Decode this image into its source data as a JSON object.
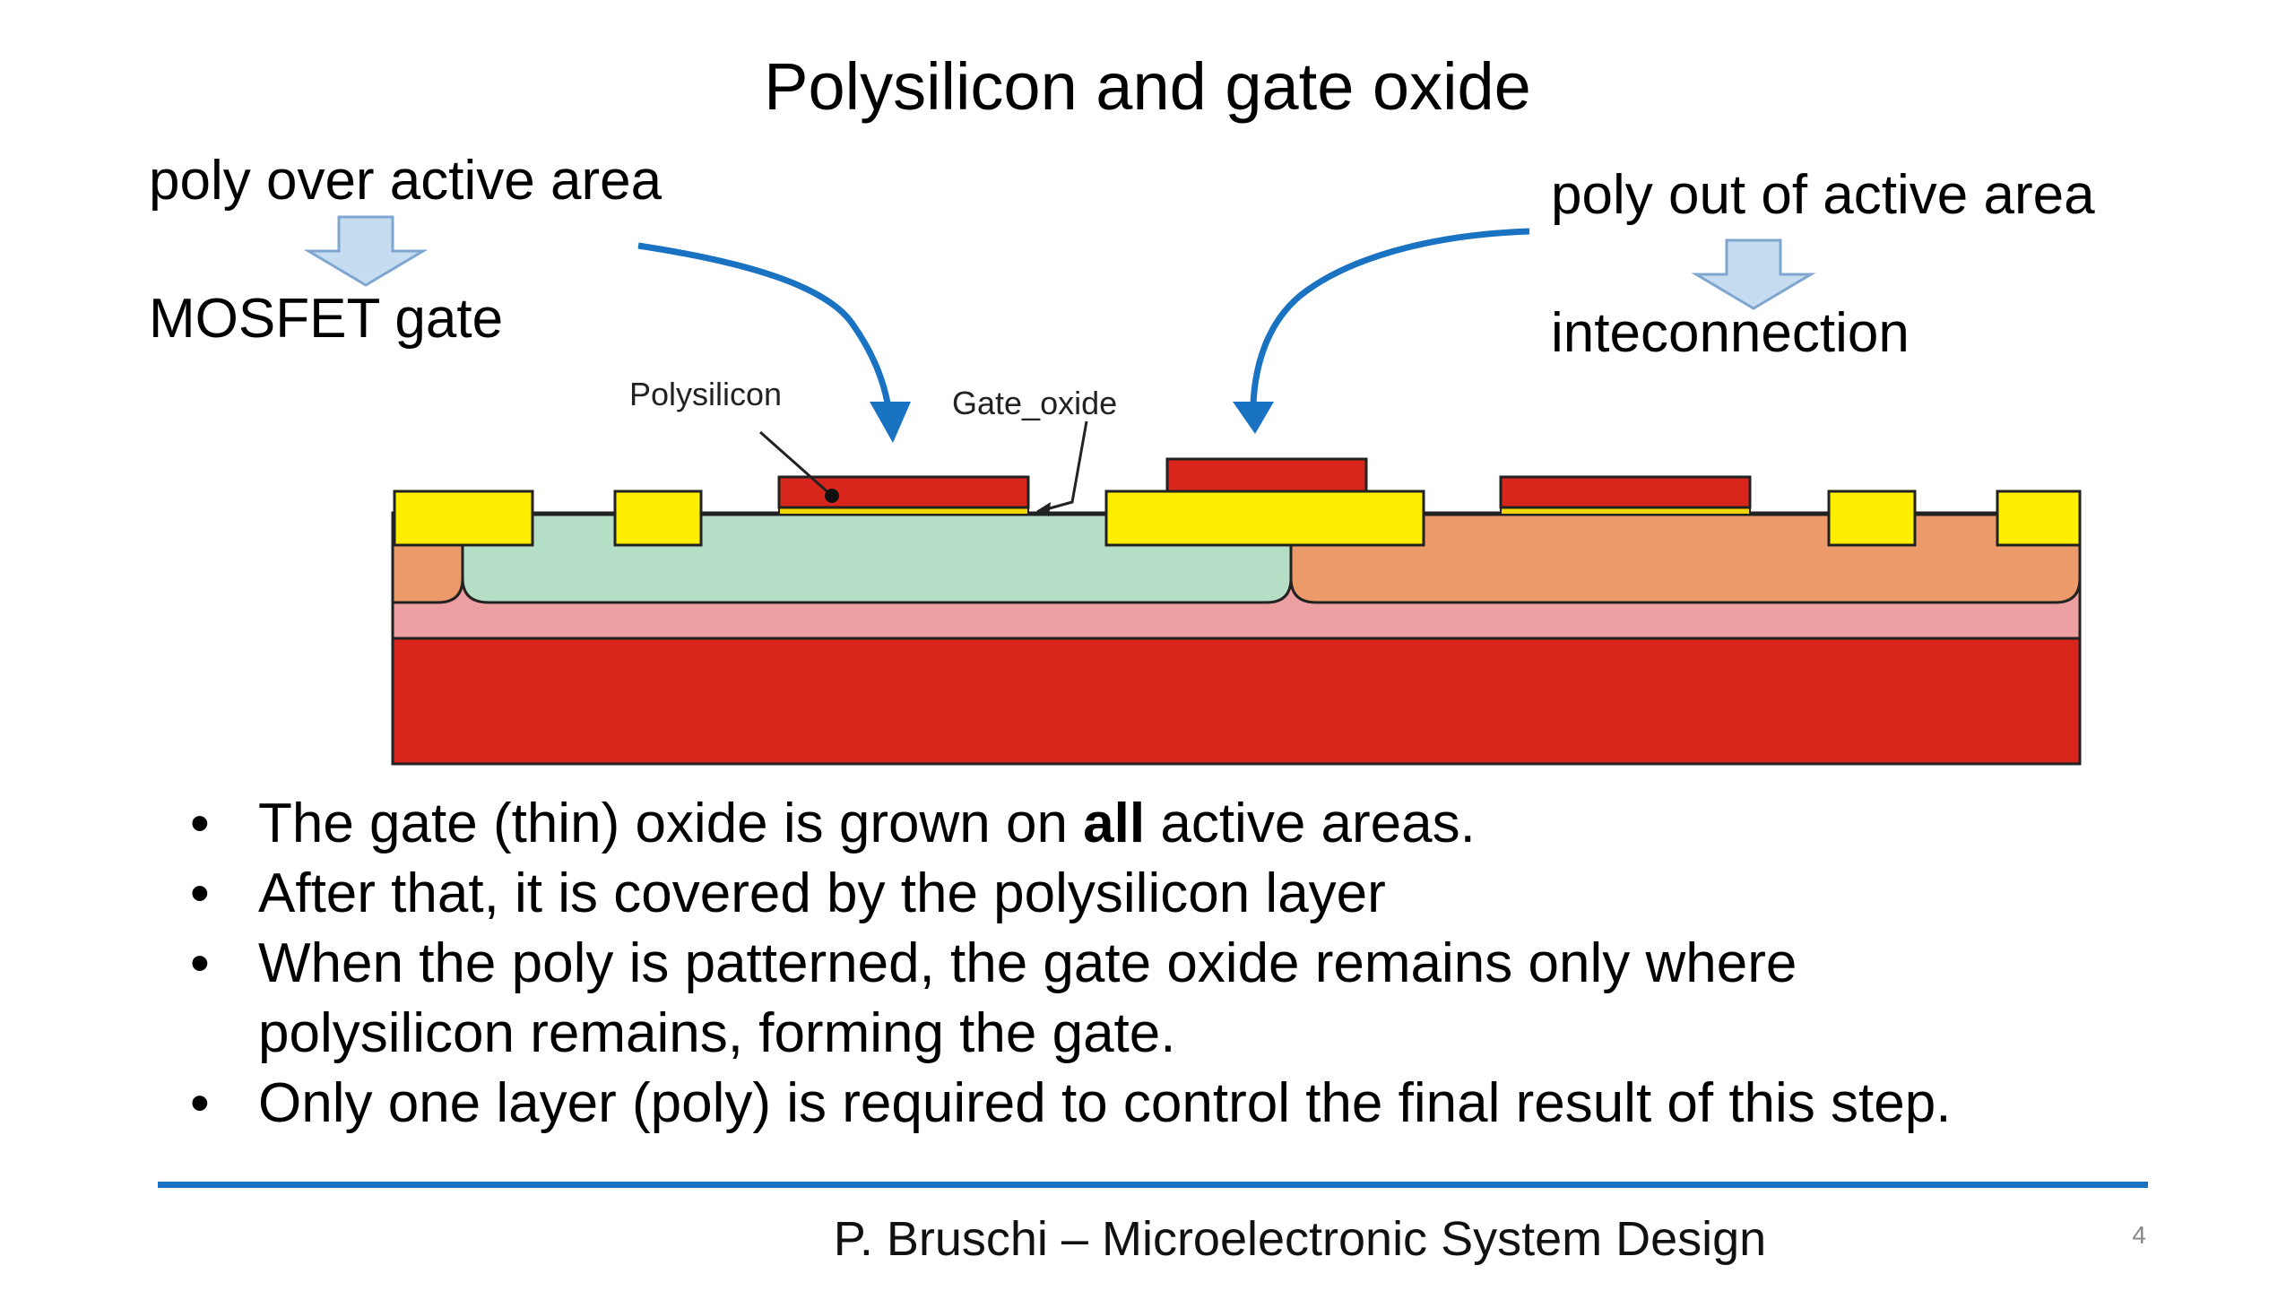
{
  "slide": {
    "title": "Polysilicon and gate oxide",
    "page_number": "4",
    "footer": "P. Bruschi – Microelectronic System Design"
  },
  "labels": {
    "poly_over": "poly over active area",
    "mosfet_gate": "MOSFET gate",
    "poly_out": "poly out of active area",
    "interconnection": "inteconnection"
  },
  "diagram": {
    "polysilicon_label": "Polysilicon",
    "gate_oxide_label": "Gate_oxide",
    "colors": {
      "substrate": "#d9261c",
      "p_well": "#ee9fa1",
      "n_well": "#b5dec6",
      "p_region": "#ec9a69",
      "field_oxide": "#ffee00",
      "polysilicon": "#d9261c",
      "gate_oxide": "#f2d400",
      "arrow_blue": "#1a73c2",
      "block_arrow_fill": "#c6dcf0",
      "block_arrow_stroke": "#7fa6cf"
    }
  },
  "bullets": [
    {
      "pre": "The gate (thin) oxide is grown on ",
      "bold": "all",
      "post": " active areas."
    },
    {
      "pre": "After that, it is covered by the polysilicon layer",
      "bold": "",
      "post": ""
    },
    {
      "pre": "When the poly is patterned, the gate oxide remains only where",
      "bold": "",
      "post": ""
    },
    {
      "pre": "polysilicon remains, forming the gate.",
      "bold": "",
      "post": ""
    },
    {
      "pre": " Only one layer (poly) is required to control the final result of this step.",
      "bold": "",
      "post": ""
    }
  ],
  "bullet_symbol": "•"
}
